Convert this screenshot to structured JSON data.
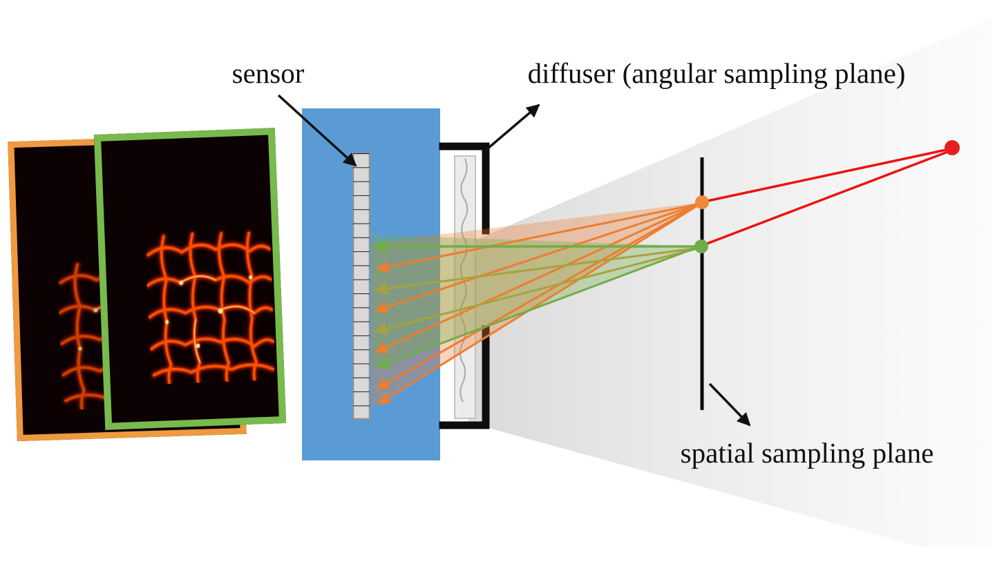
{
  "figure": {
    "labels": {
      "sensor": "sensor",
      "diffuser": "diffuser (angular sampling plane)",
      "spatial_plane": "spatial sampling plane"
    },
    "colors": {
      "sensor_body": "#5b9bd5",
      "sensor_strip": "#d9d9d9",
      "sensor_strip_border": "#8f8f8f",
      "sensor_ticks": "#1a1a1a",
      "diffuser_mount": "#0d0d0d",
      "diffuser_strip": "#ebebeb",
      "diffuser_strip_border": "#c2c2c2",
      "diffuser_surface_line": "#a8a8a8",
      "spatial_plane": "#0a0a0a",
      "light_cone": "#dcdcdc",
      "red_point": "#e81f1f",
      "orange_point": "#ee8a3a",
      "green_point": "#6fad46",
      "red_ray": "#ee1111",
      "orange_ray": "#ed7d31",
      "olive_ray": "#a6a33c",
      "green_ray": "#70ad47",
      "frame_orange": "#ef9a3f",
      "frame_green": "#78ba4d",
      "annotation": "#111111"
    }
  }
}
